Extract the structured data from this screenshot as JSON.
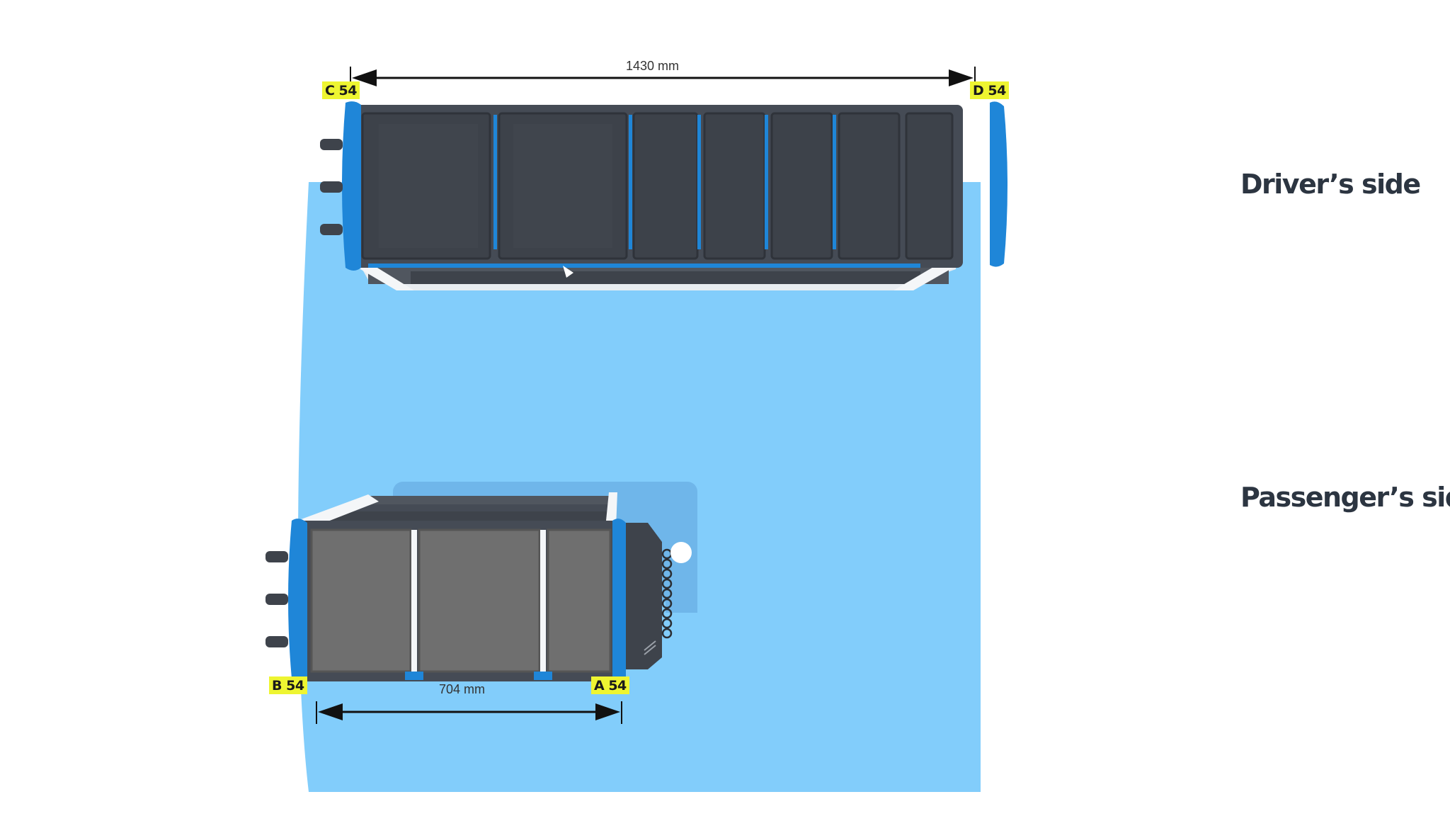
{
  "labels": {
    "drivers_side": "Driver’s side",
    "passengers_side": "Passenger’s side"
  },
  "corner_tags": {
    "c": "C 54",
    "d": "D 54",
    "b": "B 54",
    "a": "A 54"
  },
  "dimensions": {
    "top": "1430 mm",
    "bottom": "704 mm"
  },
  "colors": {
    "floor_blue": "#82cdfb",
    "accent_blue": "#1f86d8",
    "module_dark": "#454b55",
    "module_gray": "#6f6f6f",
    "tag_yellow": "#eef531",
    "label_text": "#2c3541"
  }
}
